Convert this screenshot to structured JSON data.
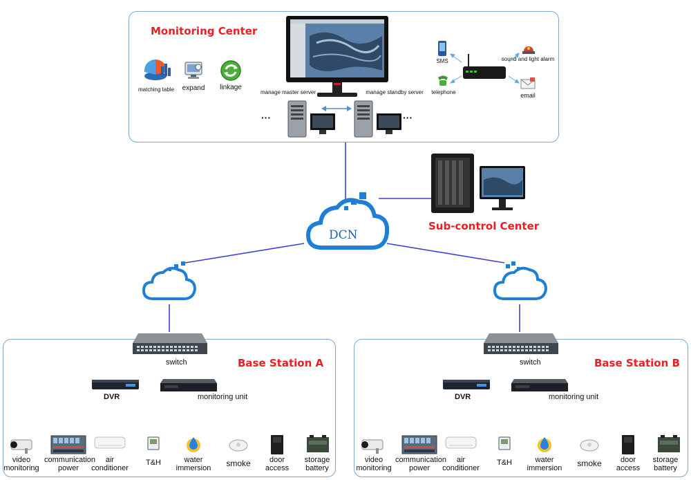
{
  "monitoring_center": {
    "title": "Monitoring Center",
    "tools": [
      "matching table",
      "expand",
      "linkage"
    ],
    "master_server": "manage master server",
    "standby_server": "manage standby server",
    "ellipsis_left": "···",
    "ellipsis_right": "···",
    "alarm_outputs": {
      "sms": "SMS",
      "telephone": "telephone",
      "sound_light": "sound and light alarm",
      "email": "email"
    }
  },
  "network": {
    "dcn": "DCN",
    "sub_control": "Sub-control Center"
  },
  "base_station_a": {
    "title": "Base Station A",
    "switch": "switch",
    "dvr": "DVR",
    "monitoring_unit": "monitoring unit",
    "devices": {
      "video": [
        "video",
        "monitoring"
      ],
      "power": [
        "communication",
        "power"
      ],
      "air": [
        "air",
        "conditioner"
      ],
      "th": "T&H",
      "water": [
        "water",
        "immersion"
      ],
      "smoke": "smoke",
      "door": [
        "door",
        "access"
      ],
      "battery": [
        "storage",
        "battery"
      ]
    }
  },
  "base_station_b": {
    "title": "Base Station B",
    "switch": "switch",
    "dvr": "DVR",
    "monitoring_unit": "monitoring unit",
    "devices": {
      "video": [
        "video",
        "monitoring"
      ],
      "power": [
        "communication",
        "power"
      ],
      "air": [
        "air",
        "conditioner"
      ],
      "th": "T&H",
      "water": [
        "water",
        "immersion"
      ],
      "smoke": "smoke",
      "door": [
        "door",
        "access"
      ],
      "battery": [
        "storage",
        "battery"
      ]
    }
  },
  "colors": {
    "title_red": "#ee1c24",
    "link_blue": "#3b3fd8",
    "cloud_blue": "#1e7fd6",
    "panel_border": "#7fa6cf"
  }
}
